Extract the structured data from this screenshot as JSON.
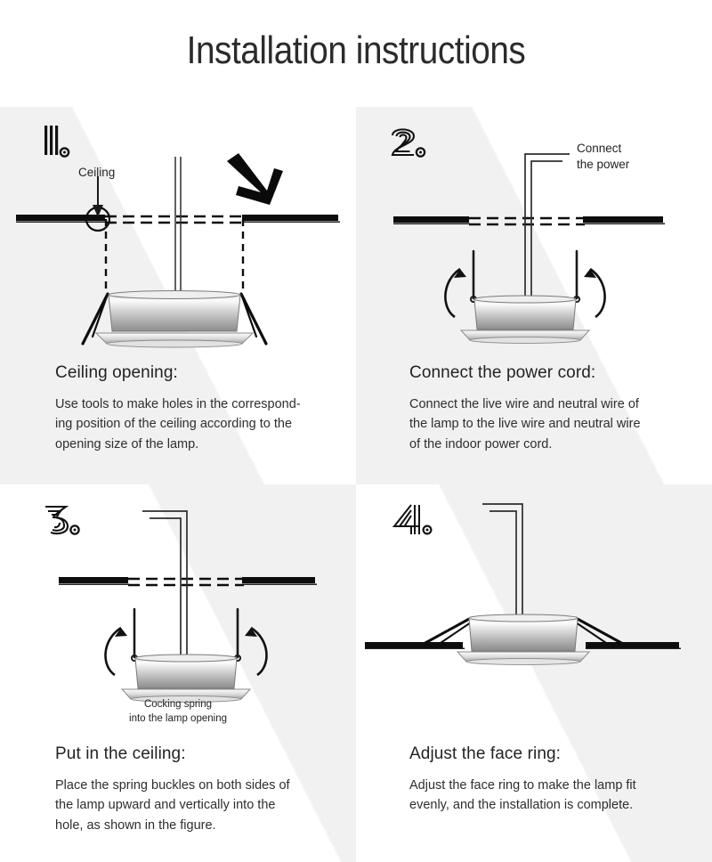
{
  "title": "Installation instructions",
  "steps": [
    {
      "number": "1",
      "number_glyph": "1",
      "heading": "Ceiling opening:",
      "body_lines": [
        "Use tools to make holes in the correspond-",
        "ing position of the ceiling according to the",
        "opening size of the lamp."
      ],
      "art_labels": [
        "Ceiling"
      ]
    },
    {
      "number": "2",
      "number_glyph": "2",
      "heading": "Connect the power cord:",
      "body_lines": [
        "Connect the live wire and neutral wire of",
        "the lamp to the live wire and neutral wire",
        "of the indoor power cord."
      ],
      "art_labels": [
        "Connect",
        "the power"
      ]
    },
    {
      "number": "3",
      "number_glyph": "3",
      "heading": "Put in the ceiling:",
      "body_lines": [
        "Place the spring buckles on both sides of",
        "the lamp upward and vertically into the",
        "hole, as shown in the figure."
      ],
      "art_labels": [
        "Cocking spring",
        "into the lamp opening"
      ]
    },
    {
      "number": "4",
      "number_glyph": "4",
      "heading": "Adjust the face ring:",
      "body_lines": [
        "Adjust the face ring to make the lamp fit",
        "evenly, and the installation is complete."
      ],
      "art_labels": []
    }
  ],
  "colors": {
    "ink": "#1a1a1a",
    "text": "#2e2e2e",
    "heading": "#232323",
    "panel_wash": "#f1f1f1",
    "divider": "#b9b9b9",
    "background": "#ffffff",
    "metal_light": "#f3f3f3",
    "metal_mid": "#c9c9c9",
    "metal_dark": "#8f8f8f"
  }
}
